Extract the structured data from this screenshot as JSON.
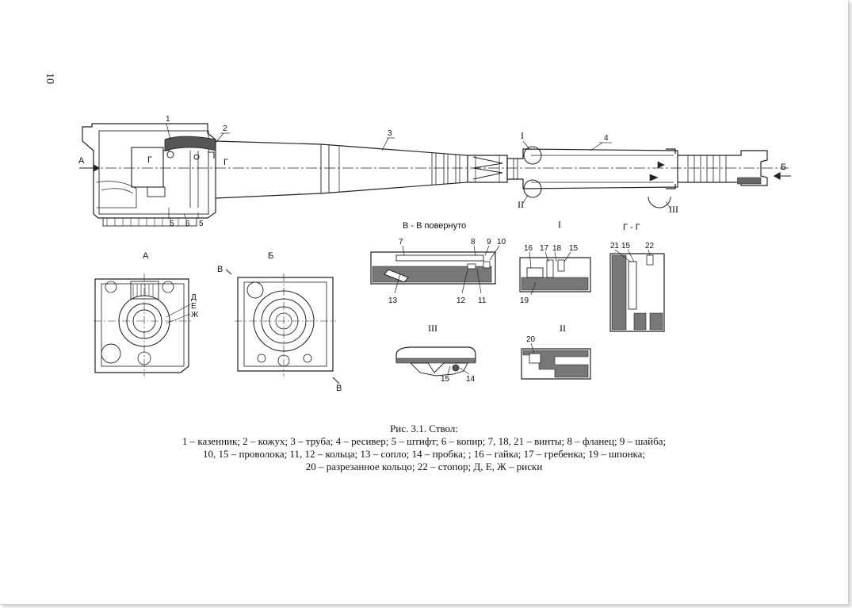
{
  "page_number": "10",
  "sections": {
    "a_arrow": "А",
    "b_arrow": "Б",
    "view_a": "А",
    "view_b": "Б",
    "section_v": "В - В повернуто",
    "detail_1": "I",
    "detail_2": "II",
    "detail_3": "III",
    "section_g": "Г - Г",
    "cut_v": "В",
    "cut_g": "Г",
    "mark_d": "Д",
    "mark_e": "Е",
    "mark_zh": "Ж"
  },
  "callouts": {
    "c1": "1",
    "c2": "2",
    "c3": "3",
    "c4": "4",
    "c5a": "5",
    "c6": "6",
    "c5b": "5",
    "c7": "7",
    "c8": "8",
    "c9": "9",
    "c10": "10",
    "c11": "11",
    "c12": "12",
    "c13": "13",
    "c14": "14",
    "c15a": "15",
    "c15b": "15",
    "c16": "16",
    "c17": "17",
    "c18": "18",
    "c19": "19",
    "c20": "20",
    "c21": "21",
    "c15c": "15",
    "c22": "22"
  },
  "caption": {
    "title": "Рис. 3.1. Ствол:",
    "line1": "1 – казенник; 2 – кожух; 3 – труба; 4 – ресивер; 5 – штифт; 6 – копир; 7, 18, 21 – винты; 8 – фланец; 9 – шайба;",
    "line2": "10, 15 – проволока; 11, 12 – кольца; 13 – сопло; 14 – пробка; ; 16 – гайка; 17 – гребенка; 19 – шпонка;",
    "line3": "20 – разрезанное кольцо; 22 – стопор; Д, Е, Ж – риски"
  }
}
